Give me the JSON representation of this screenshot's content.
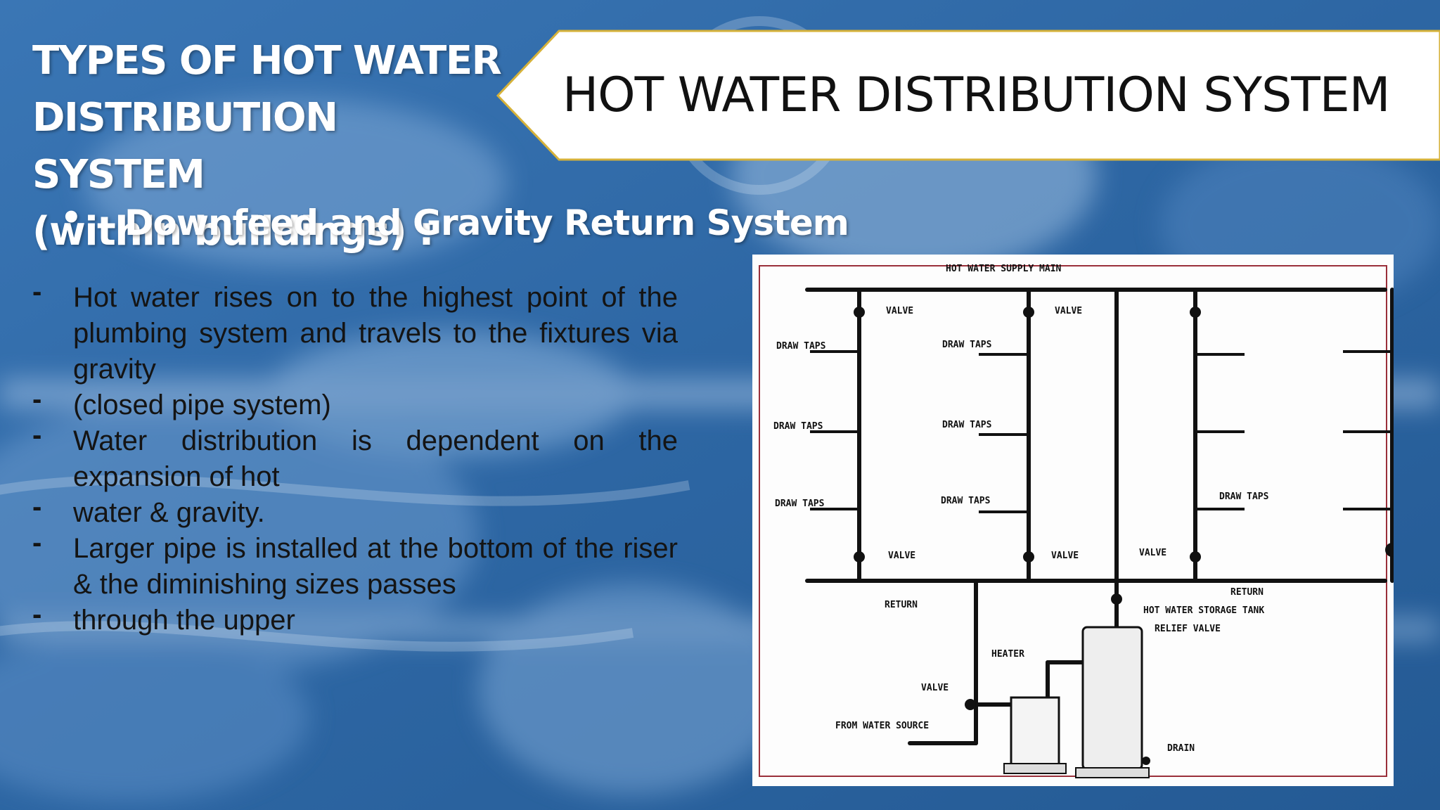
{
  "slide": {
    "banner_title": "HOT WATER DISTRIBUTION SYSTEM",
    "heading": [
      "TYPES OF  HOT WATER",
      "DISTRIBUTION SYSTEM",
      "(within buildings) :"
    ],
    "bullet_symbol": "•",
    "subheading": "Downfeed and Gravity Return System",
    "dash_symbol": "-",
    "points": [
      "Hot water rises on to the highest point of the plumbing system and travels to the fixtures via gravity",
      "(closed pipe system)",
      "Water distribution is dependent on the expansion of hot",
      "water & gravity.",
      "Larger pipe is installed at the bottom of the riser & the diminishing sizes passes",
      "through the upper"
    ],
    "colors": {
      "banner_border": "#d6b23a",
      "background": "#2f6aa8",
      "text_body": "#141414",
      "heading": "#ffffff"
    }
  },
  "diagram": {
    "top_label": "HOT WATER SUPPLY MAIN",
    "valve": "VALVE",
    "draw_taps": "DRAW TAPS",
    "return": "RETURN",
    "storage_tank": "HOT WATER STORAGE TANK",
    "relief_valve": "RELIEF VALVE",
    "heater": "HEATER",
    "water_source": "FROM WATER SOURCE",
    "drain": "DRAIN"
  }
}
